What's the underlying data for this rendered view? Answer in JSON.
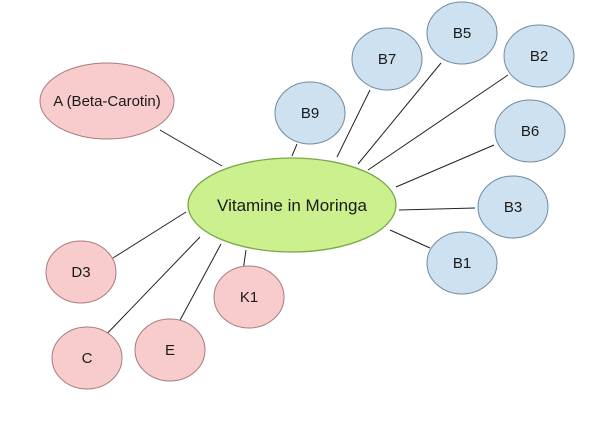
{
  "center": {
    "label": "Vitamine in Moringa",
    "fill": "#ccf08e",
    "stroke": "#7aa84a"
  },
  "colors": {
    "pink_fill": "#f8cccc",
    "pink_stroke": "#a87c7c",
    "blue_fill": "#cde1f0",
    "blue_stroke": "#6f8aa0",
    "line": "#222222"
  },
  "nodes": [
    {
      "id": "a",
      "label": "A (Beta-Carotin)",
      "group": "pink"
    },
    {
      "id": "b9",
      "label": "B9",
      "group": "blue"
    },
    {
      "id": "b7",
      "label": "B7",
      "group": "blue"
    },
    {
      "id": "b5",
      "label": "B5",
      "group": "blue"
    },
    {
      "id": "b2",
      "label": "B2",
      "group": "blue"
    },
    {
      "id": "b6",
      "label": "B6",
      "group": "blue"
    },
    {
      "id": "b3",
      "label": "B3",
      "group": "blue"
    },
    {
      "id": "b1",
      "label": "B1",
      "group": "blue"
    },
    {
      "id": "d3",
      "label": "D3",
      "group": "pink"
    },
    {
      "id": "c",
      "label": "C",
      "group": "pink"
    },
    {
      "id": "e",
      "label": "E",
      "group": "pink"
    },
    {
      "id": "k1",
      "label": "K1",
      "group": "pink"
    }
  ]
}
